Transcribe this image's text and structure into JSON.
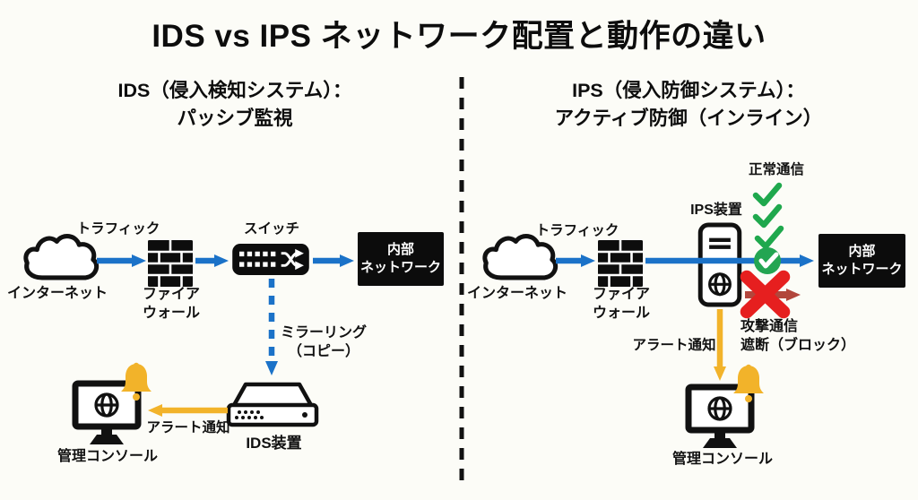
{
  "title": "IDS vs IPS ネットワーク配置と動作の違い",
  "left": {
    "header": "IDS（侵入検知システム）：\nパッシブ監視",
    "traffic": "トラフィック",
    "internet": "インターネット",
    "firewall": "ファイア\nウォール",
    "switch": "スイッチ",
    "internal_network": "内部\nネットワーク",
    "mirroring": "ミラーリング\n（コピー）",
    "ids_device": "IDS装置",
    "alert": "アラート通知",
    "console": "管理コンソール"
  },
  "right": {
    "header": "IPS（侵入防御システム）：\nアクティブ防御（インライン）",
    "traffic": "トラフィック",
    "internet": "インターネット",
    "firewall": "ファイア\nウォール",
    "ips_device": "IPS装置",
    "normal_traffic": "正常通信",
    "internal_network": "内部\nネットワーク",
    "attack_blocked": "攻撃通信\n遮断（ブロック）",
    "alert": "アラート通知",
    "console": "管理コンソール"
  },
  "colors": {
    "traffic_arrow_blue": "#1b72c8",
    "alert_arrow_yellow": "#f2b32a",
    "check_green": "#1fa84d",
    "block_x_red": "#e61f1f",
    "blocked_arrow_darkred": "#b2463c",
    "box_black": "#0c0c0c"
  }
}
